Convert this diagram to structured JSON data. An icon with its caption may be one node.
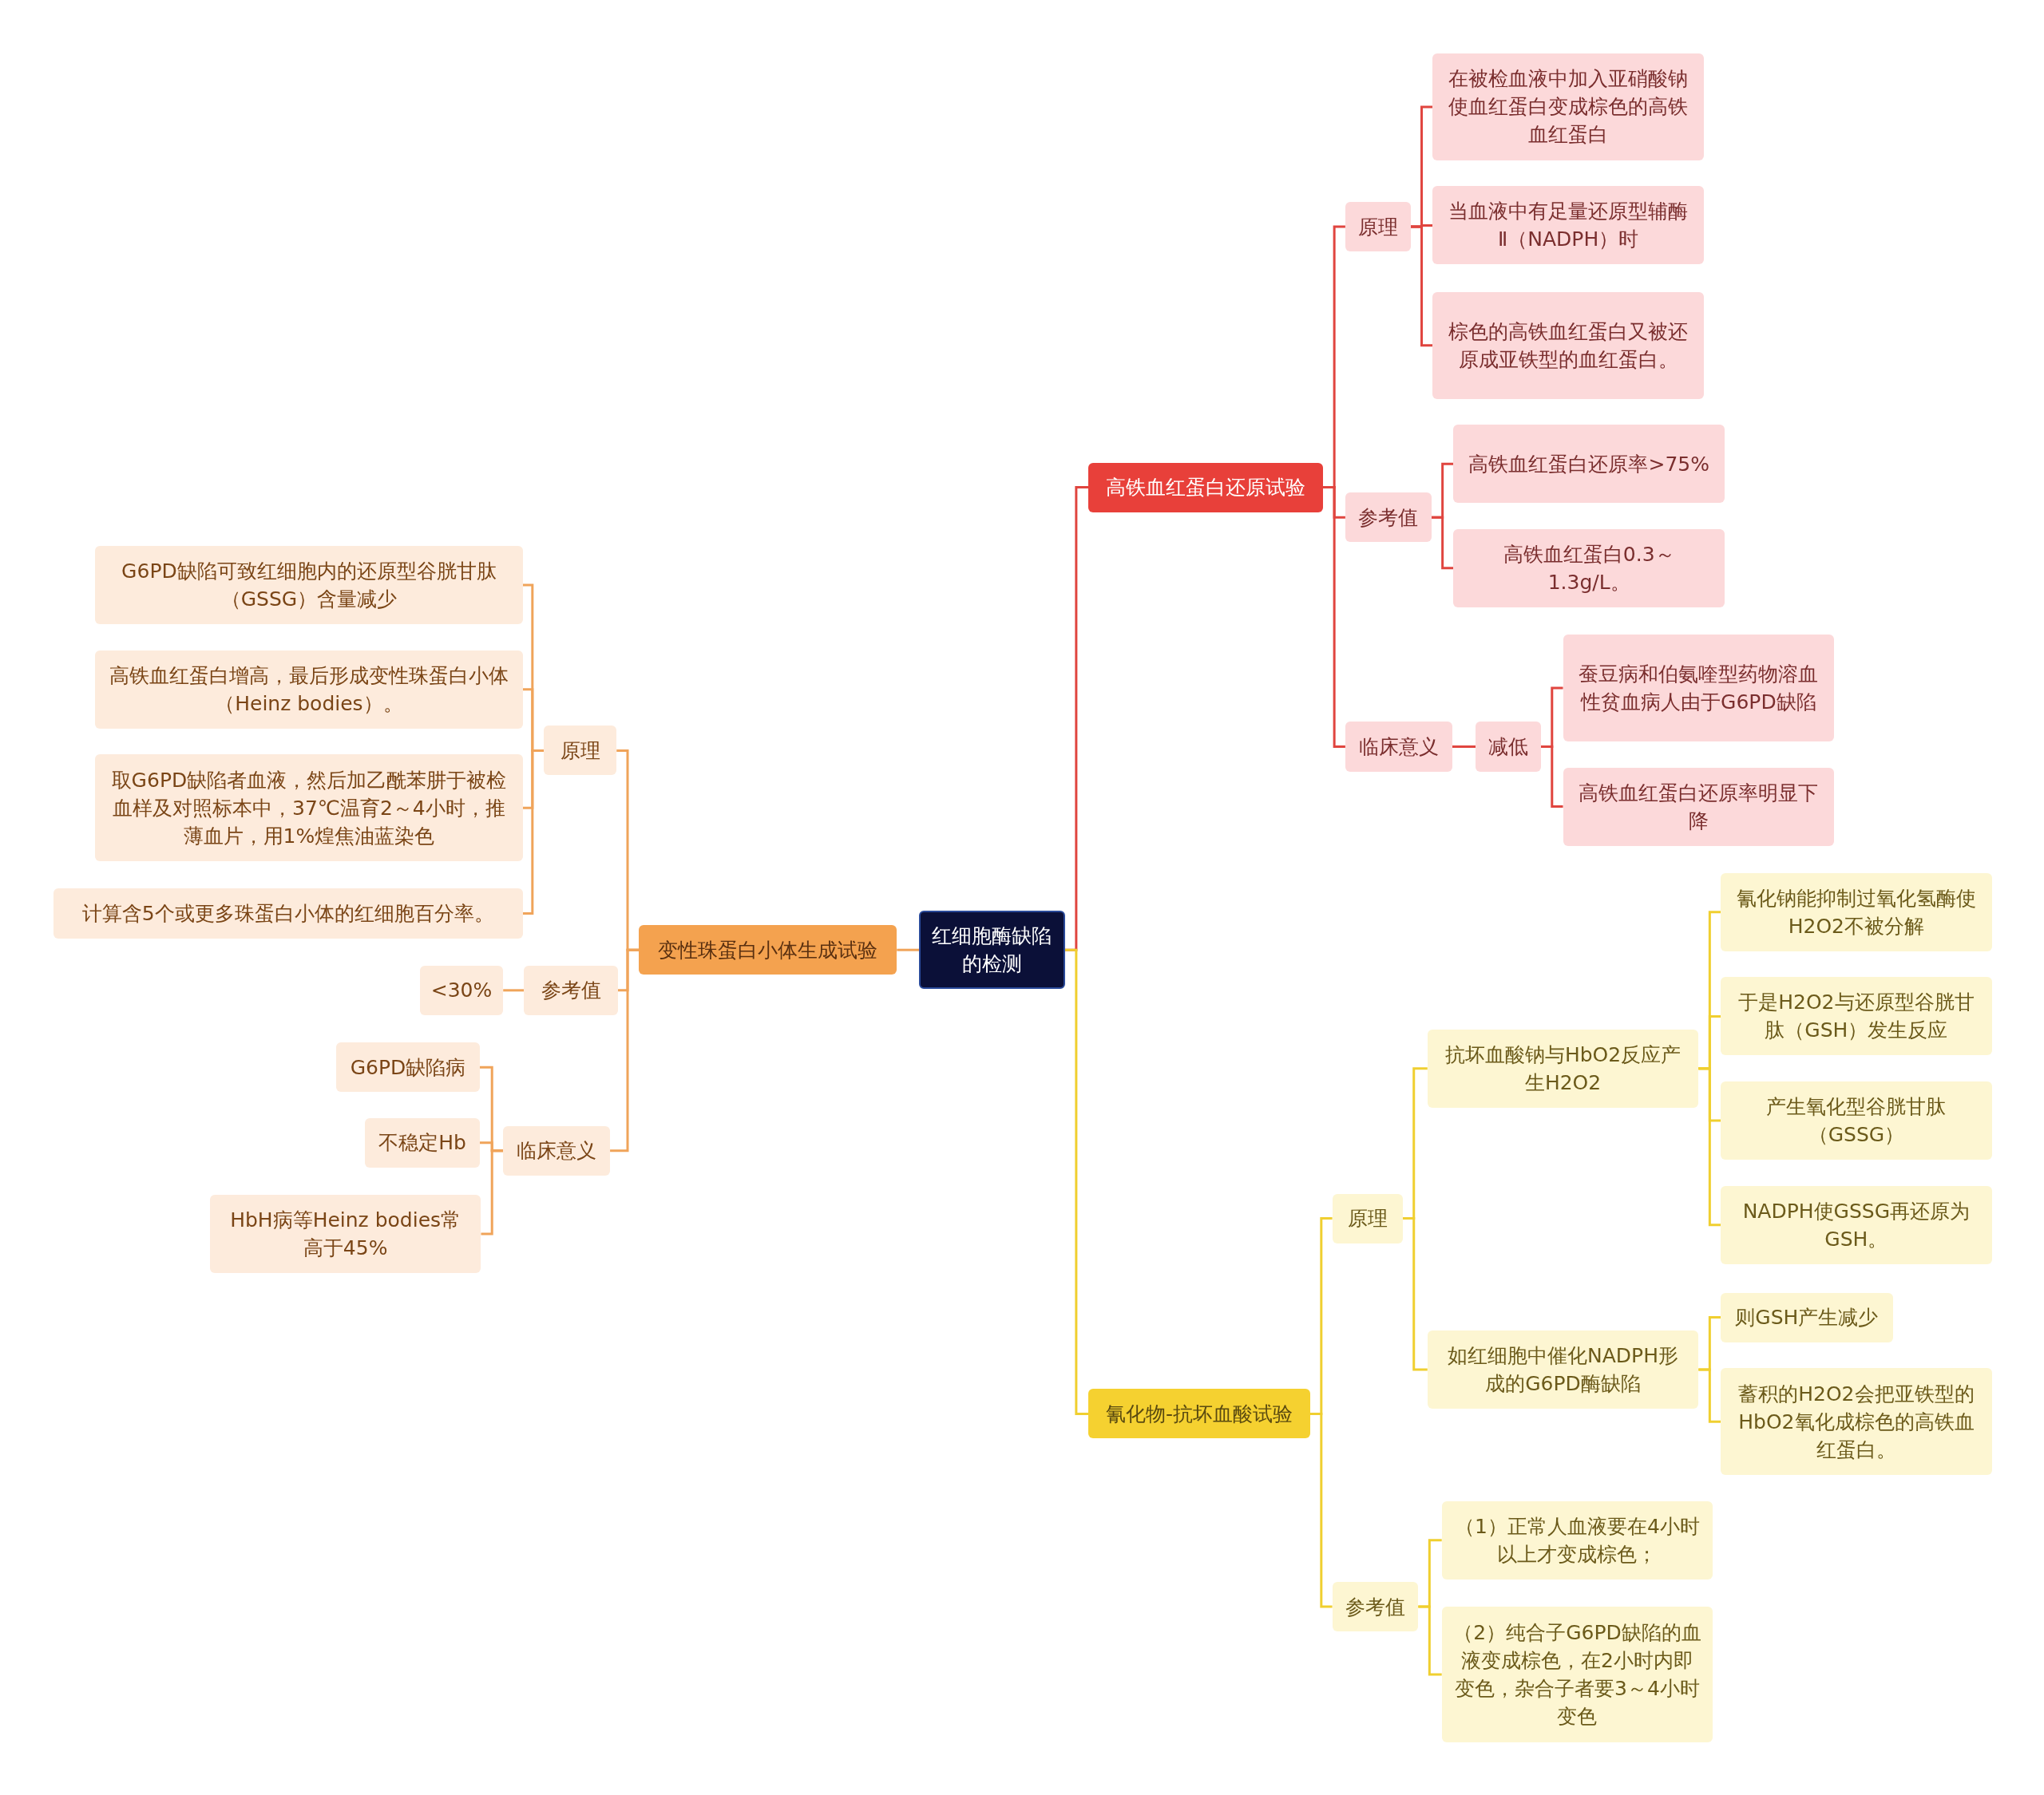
{
  "diagram": {
    "nodes": [
      {
        "text": [
          "红细胞酶缺陷的检测"
        ]
      },
      {
        "text": [
          "高铁血红蛋白还原试验"
        ]
      },
      {
        "text": [
          "原理"
        ]
      },
      {
        "text": [
          "在被检血液中加入亚硝酸钠使血红蛋白变成棕色的高铁血红蛋白"
        ]
      },
      {
        "text": [
          "当血液中有足量还原型辅酶Ⅱ（NADPH）时"
        ]
      },
      {
        "text": [
          "棕色的高铁血红蛋白又被还原成亚铁型的血红蛋白。"
        ]
      },
      {
        "text": [
          "参考值"
        ]
      },
      {
        "text": [
          "高铁血红蛋白还原率>75%"
        ]
      },
      {
        "text": [
          "高铁血红蛋白0.3～1.3g/L。"
        ]
      },
      {
        "text": [
          "临床意义"
        ]
      },
      {
        "text": [
          "减低"
        ]
      },
      {
        "text": [
          "蚕豆病和伯氨喹型药物溶血性贫血病人由于G6PD缺陷"
        ]
      },
      {
        "text": [
          "高铁血红蛋白还原率明显下降"
        ]
      },
      {
        "text": [
          "氰化物-抗坏血酸试验"
        ]
      },
      {
        "text": [
          "原理"
        ]
      },
      {
        "text": [
          "抗坏血酸钠与HbO2反应产生H2O2"
        ]
      },
      {
        "text": [
          "氰化钠能抑制过氧化氢酶使H2O2不被分解"
        ]
      },
      {
        "text": [
          "于是H2O2与还原型谷胱甘肽（GSH）发生反应"
        ]
      },
      {
        "text": [
          "产生氧化型谷胱甘肽（GSSG）"
        ]
      },
      {
        "text": [
          "NADPH使GSSG再还原为GSH。"
        ]
      },
      {
        "text": [
          "如红细胞中催化NADPH形成的G6PD酶缺陷"
        ]
      },
      {
        "text": [
          "则GSH产生减少"
        ]
      },
      {
        "text": [
          "蓄积的H2O2会把亚铁型的HbO2氧化成棕色的高铁血红蛋白。"
        ]
      },
      {
        "text": [
          "参考值"
        ]
      },
      {
        "text": [
          "（1）正常人血液要在4小时以上才变成棕色；"
        ]
      },
      {
        "text": [
          "（2）纯合子G6PD缺陷的血液变成棕色，在2小时内即变色，杂合子者要3～4小时变色"
        ]
      },
      {
        "text": [
          "变性珠蛋白小体生成试验"
        ]
      },
      {
        "text": [
          "原理"
        ]
      },
      {
        "text": [
          "G6PD缺陷可致红细胞内的还原型谷胱甘肽（GSSG）含量减少"
        ]
      },
      {
        "text": [
          "高铁血红蛋白增高，最后形成变性珠蛋白小体（Heinz bodies）。"
        ]
      },
      {
        "text": [
          "取G6PD缺陷者血液，然后加乙酰苯肼于被检血样及对照标本中，37℃温育2～4小时，推薄血片，用1%煌焦油蓝染色"
        ]
      },
      {
        "text": [
          "计算含5个或更多珠蛋白小体的红细胞百分率。"
        ]
      },
      {
        "text": [
          "参考值"
        ]
      },
      {
        "text": [
          "<30%"
        ]
      },
      {
        "text": [
          "临床意义"
        ]
      },
      {
        "text": [
          "G6PD缺陷病"
        ]
      },
      {
        "text": [
          "不稳定Hb"
        ]
      },
      {
        "text": [
          "HbH病等Heinz bodies常高于45%"
        ]
      }
    ],
    "edges": [
      {
        "from": 0,
        "to": 1,
        "arrow": "none",
        "color": "#e0453f"
      },
      {
        "from": 1,
        "to": 2,
        "arrow": "none",
        "color": "#e0453f"
      },
      {
        "from": 2,
        "to": 3,
        "arrow": "none",
        "color": "#e0453f"
      },
      {
        "from": 2,
        "to": 4,
        "arrow": "none",
        "color": "#e0453f"
      },
      {
        "from": 2,
        "to": 5,
        "arrow": "none",
        "color": "#e0453f"
      },
      {
        "from": 1,
        "to": 6,
        "arrow": "none",
        "color": "#e0453f"
      },
      {
        "from": 6,
        "to": 7,
        "arrow": "none",
        "color": "#e0453f"
      },
      {
        "from": 6,
        "to": 8,
        "arrow": "none",
        "color": "#e0453f"
      },
      {
        "from": 1,
        "to": 9,
        "arrow": "none",
        "color": "#e0453f"
      },
      {
        "from": 9,
        "to": 10,
        "arrow": "none",
        "color": "#e0453f"
      },
      {
        "from": 10,
        "to": 11,
        "arrow": "none",
        "color": "#e0453f"
      },
      {
        "from": 10,
        "to": 12,
        "arrow": "none",
        "color": "#e0453f"
      },
      {
        "from": 0,
        "to": 13,
        "arrow": "none"
      },
      {
        "from": 13,
        "to": 14,
        "arrow": "none"
      },
      {
        "from": 14,
        "to": 15,
        "arrow": "none"
      },
      {
        "from": 15,
        "to": 16,
        "arrow": "none"
      },
      {
        "from": 15,
        "to": 17,
        "arrow": "none"
      },
      {
        "from": 15,
        "to": 18,
        "arrow": "none"
      },
      {
        "from": 15,
        "to": 19,
        "arrow": "none"
      },
      {
        "from": 14,
        "to": 20,
        "arrow": "none"
      },
      {
        "from": 20,
        "to": 21,
        "arrow": "none"
      },
      {
        "from": 20,
        "to": 22,
        "arrow": "none"
      },
      {
        "from": 13,
        "to": 23,
        "arrow": "none"
      },
      {
        "from": 23,
        "to": 24,
        "arrow": "none"
      },
      {
        "from": 23,
        "to": 25,
        "arrow": "none"
      },
      {
        "from": 0,
        "to": 26,
        "arrow": "none",
        "color": "#f0a45a"
      },
      {
        "from": 26,
        "to": 27,
        "arrow": "none",
        "color": "#f0a45a"
      },
      {
        "from": 27,
        "to": 28,
        "arrow": "none",
        "color": "#f0a45a"
      },
      {
        "from": 27,
        "to": 29,
        "arrow": "none",
        "color": "#f0a45a"
      },
      {
        "from": 27,
        "to": 30,
        "arrow": "none",
        "color": "#f0a45a"
      },
      {
        "from": 27,
        "to": 31,
        "arrow": "none",
        "color": "#f0a45a"
      },
      {
        "from": 26,
        "to": 32,
        "arrow": "none",
        "color": "#f0a45a"
      },
      {
        "from": 32,
        "to": 33,
        "arrow": "none",
        "color": "#f0a45a"
      },
      {
        "from": 26,
        "to": 34,
        "arrow": "none",
        "color": "#f0a45a"
      },
      {
        "from": 34,
        "to": 35,
        "arrow": "none",
        "color": "#f0a45a"
      },
      {
        "from": 34,
        "to": 36,
        "arrow": "none",
        "color": "#f0a45a"
      },
      {
        "from": 34,
        "to": 37,
        "arrow": "none",
        "color": "#f0a45a"
      }
    ]
  }
}
